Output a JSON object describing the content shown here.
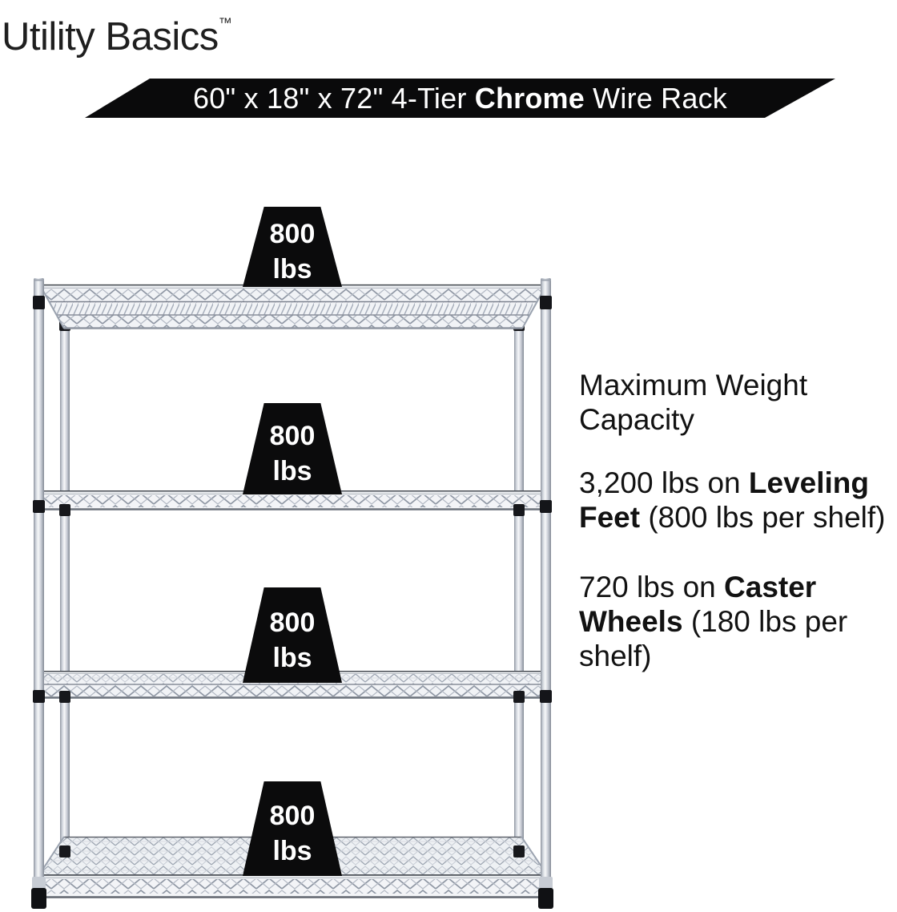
{
  "brand": {
    "name": "Utility Basics",
    "trademark": "™"
  },
  "banner": {
    "size_prefix": "60\" x 18\" x 72\" 4-Tier ",
    "finish_bold": "Chrome",
    "suffix": " Wire Rack"
  },
  "capacity_badges": [
    {
      "value": "800",
      "unit": "lbs"
    },
    {
      "value": "800",
      "unit": "lbs"
    },
    {
      "value": "800",
      "unit": "lbs"
    },
    {
      "value": "800",
      "unit": "lbs"
    }
  ],
  "info": {
    "heading": "Maximum Weight Capacity",
    "specs": [
      {
        "prefix": "3,200 lbs on ",
        "bold": "Leveling Feet",
        "suffix": " (800 lbs per shelf)"
      },
      {
        "prefix": "720 lbs on ",
        "bold": "Caster Wheels",
        "suffix": " (180 lbs per shelf)"
      }
    ]
  },
  "colors": {
    "banner_bg": "#0a0a0b",
    "badge_bg": "#0b0b0c",
    "text": "#161616",
    "chrome_light": "#f5f7fa",
    "chrome_dark": "#828994"
  }
}
